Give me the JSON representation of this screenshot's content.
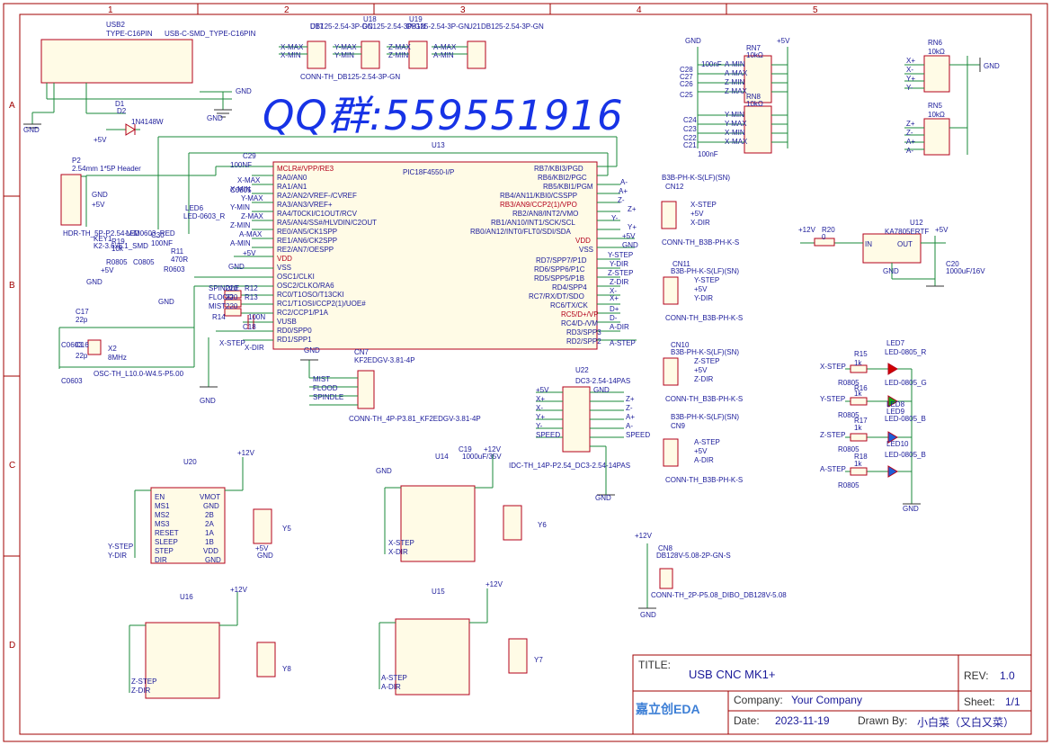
{
  "colors": {
    "wire": "#1a8a3a",
    "comp": "#b3001b",
    "label": "#1a1a99",
    "pin": "#b3001b",
    "border": "#a00000",
    "watermark": "#1733e6"
  },
  "watermark": "QQ群:559551916",
  "frame": {
    "cols": [
      "1",
      "2",
      "3",
      "4",
      "5"
    ],
    "rows": [
      "A",
      "B",
      "C",
      "D"
    ]
  },
  "title_block": {
    "title_label": "TITLE:",
    "title": "USB CNC MK1+",
    "rev_label": "REV:",
    "rev": "1.0",
    "company_label": "Company:",
    "company": "Your Company",
    "sheet_label": "Sheet:",
    "sheet": "1/1",
    "date_label": "Date:",
    "date": "2023-11-19",
    "drawn_label": "Drawn By:",
    "drawn": "小白菜（又白又菜）",
    "logo": "嘉立创EDA"
  },
  "texts": [
    {
      "t": "USB2",
      "c": "label"
    },
    {
      "t": "TYPE-C16PIN",
      "c": "label"
    },
    {
      "t": "USB-C-SMD_TYPE-C16PIN",
      "c": "label"
    },
    {
      "t": "GND",
      "c": "label"
    },
    {
      "t": "GND",
      "c": "label"
    },
    {
      "t": "GND",
      "c": "label"
    },
    {
      "t": "+5V",
      "c": "label"
    },
    {
      "t": "D2",
      "c": "label"
    },
    {
      "t": "1N4148W",
      "c": "label"
    },
    {
      "t": "D1",
      "c": "label"
    },
    {
      "t": "U17",
      "c": "label"
    },
    {
      "t": "U18",
      "c": "label"
    },
    {
      "t": "U19",
      "c": "label"
    },
    {
      "t": "U21",
      "c": "label"
    },
    {
      "t": "DB125-2.54-3P-GN",
      "c": "label"
    },
    {
      "t": "DC125-2.54-3P-GN",
      "c": "label"
    },
    {
      "t": "DB125-2.54-3P-GN",
      "c": "label"
    },
    {
      "t": "DB125-2.54-3P-GN",
      "c": "label"
    },
    {
      "t": "X-MAX",
      "c": "label"
    },
    {
      "t": "X-MIN",
      "c": "label"
    },
    {
      "t": "Y-MAX",
      "c": "label"
    },
    {
      "t": "Y-MIN",
      "c": "label"
    },
    {
      "t": "Z-MAX",
      "c": "label"
    },
    {
      "t": "Z-MIN",
      "c": "label"
    },
    {
      "t": "A-MAX",
      "c": "label"
    },
    {
      "t": "A-MIN",
      "c": "label"
    },
    {
      "t": "CONN-TH_DB125-2.54-3P-GN",
      "c": "label"
    },
    {
      "t": "GND",
      "c": "label"
    },
    {
      "t": "+5V",
      "c": "label"
    },
    {
      "t": "RN7",
      "c": "label"
    },
    {
      "t": "10kΩ",
      "c": "label"
    },
    {
      "t": "RN8",
      "c": "label"
    },
    {
      "t": "10kΩ",
      "c": "label"
    },
    {
      "t": "C28",
      "c": "label"
    },
    {
      "t": "C27",
      "c": "label"
    },
    {
      "t": "C26",
      "c": "label"
    },
    {
      "t": "C25",
      "c": "label"
    },
    {
      "t": "C24",
      "c": "label"
    },
    {
      "t": "C23",
      "c": "label"
    },
    {
      "t": "C22",
      "c": "label"
    },
    {
      "t": "C21",
      "c": "label"
    },
    {
      "t": "100nF",
      "c": "label"
    },
    {
      "t": "100nF",
      "c": "label"
    },
    {
      "t": "A-MIN",
      "c": "label"
    },
    {
      "t": "A-MAX",
      "c": "label"
    },
    {
      "t": "Z-MIN",
      "c": "label"
    },
    {
      "t": "Z-MAX",
      "c": "label"
    },
    {
      "t": "Y-MIN",
      "c": "label"
    },
    {
      "t": "Y-MAX",
      "c": "label"
    },
    {
      "t": "X-MIN",
      "c": "label"
    },
    {
      "t": "X-MAX",
      "c": "label"
    },
    {
      "t": "RN6",
      "c": "label"
    },
    {
      "t": "10kΩ",
      "c": "label"
    },
    {
      "t": "RN5",
      "c": "label"
    },
    {
      "t": "10kΩ",
      "c": "label"
    },
    {
      "t": "X+",
      "c": "label"
    },
    {
      "t": "X-",
      "c": "label"
    },
    {
      "t": "Y+",
      "c": "label"
    },
    {
      "t": "Y-",
      "c": "label"
    },
    {
      "t": "Z+",
      "c": "label"
    },
    {
      "t": "Z-",
      "c": "label"
    },
    {
      "t": "A+",
      "c": "label"
    },
    {
      "t": "A-",
      "c": "label"
    },
    {
      "t": "GND",
      "c": "label"
    },
    {
      "t": "U13",
      "c": "label"
    },
    {
      "t": "PIC18F4550-I/P",
      "c": "label"
    },
    {
      "t": "MCLR#/VPP/RE3",
      "c": "pin"
    },
    {
      "t": "RA0/AN0",
      "c": "label"
    },
    {
      "t": "RA1/AN1",
      "c": "label"
    },
    {
      "t": "RA2/AN2/VREF-/CVREF",
      "c": "label"
    },
    {
      "t": "RA3/AN3/VREF+",
      "c": "label"
    },
    {
      "t": "RA4/T0CKI/C1OUT/RCV",
      "c": "label"
    },
    {
      "t": "RA5/AN4/SS#/HLVDIN/C2OUT",
      "c": "label"
    },
    {
      "t": "RE0/AN5/CK1SPP",
      "c": "label"
    },
    {
      "t": "RE1/AN6/CK2SPP",
      "c": "label"
    },
    {
      "t": "RE2/AN7/OESPP",
      "c": "label"
    },
    {
      "t": "VDD",
      "c": "pin"
    },
    {
      "t": "VSS",
      "c": "label"
    },
    {
      "t": "OSC1/CLKI",
      "c": "label"
    },
    {
      "t": "OSC2/CLKO/RA6",
      "c": "label"
    },
    {
      "t": "RC0/T1OSO/T13CKI",
      "c": "label"
    },
    {
      "t": "RC1/T1OSI/CCP2(1)/UOE#",
      "c": "label"
    },
    {
      "t": "RC2/CCP1/P1A",
      "c": "label"
    },
    {
      "t": "VUSB",
      "c": "label"
    },
    {
      "t": "RD0/SPP0",
      "c": "label"
    },
    {
      "t": "RD1/SPP1",
      "c": "label"
    },
    {
      "t": "RB7/KBI3/PGD",
      "c": "label"
    },
    {
      "t": "RB6/KBI2/PGC",
      "c": "label"
    },
    {
      "t": "RB5/KBI1/PGM",
      "c": "label"
    },
    {
      "t": "RB4/AN11/KBI0/CSSPP",
      "c": "label"
    },
    {
      "t": "RB3/AN9/CCP2(1)/VPO",
      "c": "pin"
    },
    {
      "t": "RB2/AN8/INT2/VMO",
      "c": "label"
    },
    {
      "t": "RB1/AN10/INT1/SCK/SCL",
      "c": "label"
    },
    {
      "t": "RB0/AN12/INT0/FLT0/SDI/SDA",
      "c": "label"
    },
    {
      "t": "VDD",
      "c": "pin"
    },
    {
      "t": "VSS",
      "c": "label"
    },
    {
      "t": "RD7/SPP7/P1D",
      "c": "label"
    },
    {
      "t": "RD6/SPP6/P1C",
      "c": "label"
    },
    {
      "t": "RD5/SPP5/P1B",
      "c": "label"
    },
    {
      "t": "RD4/SPP4",
      "c": "label"
    },
    {
      "t": "RC7/RX/DT/SDO",
      "c": "label"
    },
    {
      "t": "RC6/TX/CK",
      "c": "label"
    },
    {
      "t": "RC5/D+/VP",
      "c": "pin"
    },
    {
      "t": "RC4/D-/VM",
      "c": "label"
    },
    {
      "t": "RD3/SPP3",
      "c": "label"
    },
    {
      "t": "RD2/SPP2",
      "c": "label"
    },
    {
      "t": "A-",
      "c": "label"
    },
    {
      "t": "A+",
      "c": "label"
    },
    {
      "t": "Z-",
      "c": "label"
    },
    {
      "t": "Z+",
      "c": "label"
    },
    {
      "t": "Y-",
      "c": "label"
    },
    {
      "t": "Y+",
      "c": "label"
    },
    {
      "t": "+5V",
      "c": "label"
    },
    {
      "t": "GND",
      "c": "label"
    },
    {
      "t": "Y-STEP",
      "c": "label"
    },
    {
      "t": "Y-DIR",
      "c": "label"
    },
    {
      "t": "Z-STEP",
      "c": "label"
    },
    {
      "t": "Z-DIR",
      "c": "label"
    },
    {
      "t": "X-",
      "c": "label"
    },
    {
      "t": "X+",
      "c": "label"
    },
    {
      "t": "D+",
      "c": "label"
    },
    {
      "t": "D-",
      "c": "label"
    },
    {
      "t": "A-DIR",
      "c": "label"
    },
    {
      "t": "A-STEP",
      "c": "label"
    },
    {
      "t": "X-MAX",
      "c": "label"
    },
    {
      "t": "X-MIN",
      "c": "label"
    },
    {
      "t": "Y-MAX",
      "c": "label"
    },
    {
      "t": "Y-MIN",
      "c": "label"
    },
    {
      "t": "Z-MAX",
      "c": "label"
    },
    {
      "t": "Z-MIN",
      "c": "label"
    },
    {
      "t": "A-MAX",
      "c": "label"
    },
    {
      "t": "A-MIN",
      "c": "label"
    },
    {
      "t": "+5V",
      "c": "label"
    },
    {
      "t": "GND",
      "c": "label"
    },
    {
      "t": "SPINDLE",
      "c": "label"
    },
    {
      "t": "FLOOD",
      "c": "label"
    },
    {
      "t": "MIST",
      "c": "label"
    },
    {
      "t": "R12",
      "c": "label"
    },
    {
      "t": "R13",
      "c": "label"
    },
    {
      "t": "R14",
      "c": "label"
    },
    {
      "t": "220",
      "c": "label"
    },
    {
      "t": "220",
      "c": "label"
    },
    {
      "t": "220",
      "c": "label"
    },
    {
      "t": "100N",
      "c": "label"
    },
    {
      "t": "C18",
      "c": "label"
    },
    {
      "t": "X-STEP",
      "c": "label"
    },
    {
      "t": "X-DIR",
      "c": "label"
    },
    {
      "t": "C29",
      "c": "label"
    },
    {
      "t": "100NF",
      "c": "label"
    },
    {
      "t": "C0805",
      "c": "label"
    },
    {
      "t": "P2",
      "c": "label"
    },
    {
      "t": "2.54mm 1*5P Header",
      "c": "label"
    },
    {
      "t": "GND",
      "c": "label"
    },
    {
      "t": "+5V",
      "c": "label"
    },
    {
      "t": "HDR-TH_5P-P2.54-V-M",
      "c": "label"
    },
    {
      "t": "LED6",
      "c": "label"
    },
    {
      "t": "LED-0603_R",
      "c": "label"
    },
    {
      "t": "KEY1",
      "c": "label"
    },
    {
      "t": "K2-3.6x6.1_SMD",
      "c": "label"
    },
    {
      "t": "R19",
      "c": "label"
    },
    {
      "t": "10k",
      "c": "label"
    },
    {
      "t": "R0805",
      "c": "label"
    },
    {
      "t": "C30",
      "c": "label"
    },
    {
      "t": "100NF",
      "c": "label"
    },
    {
      "t": "C0805",
      "c": "label"
    },
    {
      "t": "LED0603_RED",
      "c": "label"
    },
    {
      "t": "R11",
      "c": "label"
    },
    {
      "t": "470R",
      "c": "label"
    },
    {
      "t": "R0603",
      "c": "label"
    },
    {
      "t": "GND",
      "c": "label"
    },
    {
      "t": "+5V",
      "c": "label"
    },
    {
      "t": "GND",
      "c": "label"
    },
    {
      "t": "C17",
      "c": "label"
    },
    {
      "t": "22p",
      "c": "label"
    },
    {
      "t": "C0603",
      "c": "label"
    },
    {
      "t": "C16",
      "c": "label"
    },
    {
      "t": "22p",
      "c": "label"
    },
    {
      "t": "C0603",
      "c": "label"
    },
    {
      "t": "X2",
      "c": "label"
    },
    {
      "t": "8MHz",
      "c": "label"
    },
    {
      "t": "OSC-TH_L10.0-W4.5-P5.00",
      "c": "label"
    },
    {
      "t": "GND",
      "c": "label"
    },
    {
      "t": "CN7",
      "c": "label"
    },
    {
      "t": "KF2EDGV-3.81-4P",
      "c": "label"
    },
    {
      "t": "GND",
      "c": "label"
    },
    {
      "t": "MIST",
      "c": "label"
    },
    {
      "t": "FLOOD",
      "c": "label"
    },
    {
      "t": "SPINDLE",
      "c": "label"
    },
    {
      "t": "CONN-TH_4P-P3.81_KF2EDGV-3.81-4P",
      "c": "label"
    },
    {
      "t": "U22",
      "c": "label"
    },
    {
      "t": "DC3-2.54-14PAS",
      "c": "label"
    },
    {
      "t": "+5V",
      "c": "label"
    },
    {
      "t": "X+",
      "c": "label"
    },
    {
      "t": "X-",
      "c": "label"
    },
    {
      "t": "Y+",
      "c": "label"
    },
    {
      "t": "Y-",
      "c": "label"
    },
    {
      "t": "SPEED",
      "c": "label"
    },
    {
      "t": "GND",
      "c": "label"
    },
    {
      "t": "Z+",
      "c": "label"
    },
    {
      "t": "Z-",
      "c": "label"
    },
    {
      "t": "A+",
      "c": "label"
    },
    {
      "t": "A-",
      "c": "label"
    },
    {
      "t": "SPEED",
      "c": "label"
    },
    {
      "t": "IDC-TH_14P-P2.54_DC3-2.54-14PAS",
      "c": "label"
    },
    {
      "t": "GND",
      "c": "label"
    },
    {
      "t": "B3B-PH-K-S(LF)(SN)",
      "c": "label"
    },
    {
      "t": "CN12",
      "c": "label"
    },
    {
      "t": "X-STEP",
      "c": "label"
    },
    {
      "t": "+5V",
      "c": "label"
    },
    {
      "t": "X-DIR",
      "c": "label"
    },
    {
      "t": "CONN-TH_B3B-PH-K-S",
      "c": "label"
    },
    {
      "t": "CN11",
      "c": "label"
    },
    {
      "t": "B3B-PH-K-S(LF)(SN)",
      "c": "label"
    },
    {
      "t": "Y-STEP",
      "c": "label"
    },
    {
      "t": "+5V",
      "c": "label"
    },
    {
      "t": "Y-DIR",
      "c": "label"
    },
    {
      "t": "CONN-TH_B3B-PH-K-S",
      "c": "label"
    },
    {
      "t": "CN10",
      "c": "label"
    },
    {
      "t": "B3B-PH-K-S(LF)(SN)",
      "c": "label"
    },
    {
      "t": "Z-STEP",
      "c": "label"
    },
    {
      "t": "+5V",
      "c": "label"
    },
    {
      "t": "Z-DIR",
      "c": "label"
    },
    {
      "t": "CONN-TH_B3B-PH-K-S",
      "c": "label"
    },
    {
      "t": "B3B-PH-K-S(LF)(SN)",
      "c": "label"
    },
    {
      "t": "CN9",
      "c": "label"
    },
    {
      "t": "A-STEP",
      "c": "label"
    },
    {
      "t": "+5V",
      "c": "label"
    },
    {
      "t": "A-DIR",
      "c": "label"
    },
    {
      "t": "CONN-TH_B3B-PH-K-S",
      "c": "label"
    },
    {
      "t": "+12V",
      "c": "label"
    },
    {
      "t": "R20",
      "c": "label"
    },
    {
      "t": "0",
      "c": "label"
    },
    {
      "t": "U12",
      "c": "label"
    },
    {
      "t": "KA7805ERTF",
      "c": "label"
    },
    {
      "t": "+5V",
      "c": "label"
    },
    {
      "t": "IN",
      "c": "label"
    },
    {
      "t": "OUT",
      "c": "label"
    },
    {
      "t": "GND",
      "c": "label"
    },
    {
      "t": "C20",
      "c": "label"
    },
    {
      "t": "1000uF/16V",
      "c": "label"
    },
    {
      "t": "R15",
      "c": "label"
    },
    {
      "t": "1k",
      "c": "label"
    },
    {
      "t": "R0805",
      "c": "label"
    },
    {
      "t": "LED7",
      "c": "label"
    },
    {
      "t": "LED-0805_R",
      "c": "label"
    },
    {
      "t": "X-STEP",
      "c": "label"
    },
    {
      "t": "R16",
      "c": "label"
    },
    {
      "t": "1k",
      "c": "label"
    },
    {
      "t": "R0805",
      "c": "label"
    },
    {
      "t": "LED8",
      "c": "label"
    },
    {
      "t": "LED-0805_G",
      "c": "label"
    },
    {
      "t": "Y-STEP",
      "c": "label"
    },
    {
      "t": "R17",
      "c": "label"
    },
    {
      "t": "1k",
      "c": "label"
    },
    {
      "t": "R0805",
      "c": "label"
    },
    {
      "t": "LED9",
      "c": "label"
    },
    {
      "t": "LED-0805_B",
      "c": "label"
    },
    {
      "t": "Z-STEP",
      "c": "label"
    },
    {
      "t": "R18",
      "c": "label"
    },
    {
      "t": "1k",
      "c": "label"
    },
    {
      "t": "R0805",
      "c": "label"
    },
    {
      "t": "LED10",
      "c": "label"
    },
    {
      "t": "LED-0805_B",
      "c": "label"
    },
    {
      "t": "A-STEP",
      "c": "label"
    },
    {
      "t": "GND",
      "c": "label"
    },
    {
      "t": "+12V",
      "c": "label"
    },
    {
      "t": "CN8",
      "c": "label"
    },
    {
      "t": "DB128V-5.08-2P-GN-S",
      "c": "label"
    },
    {
      "t": "CONN-TH_2P-P5.08_DIBO_DB128V-5.08",
      "c": "label"
    },
    {
      "t": "GND",
      "c": "label"
    },
    {
      "t": "C19",
      "c": "label"
    },
    {
      "t": "1000uF/35V",
      "c": "label"
    },
    {
      "t": "+12V",
      "c": "label"
    },
    {
      "t": "GND",
      "c": "label"
    },
    {
      "t": "U20",
      "c": "label"
    },
    {
      "t": "U14",
      "c": "label"
    },
    {
      "t": "U16",
      "c": "label"
    },
    {
      "t": "U15",
      "c": "label"
    },
    {
      "t": "Y5",
      "c": "label"
    },
    {
      "t": "Y6",
      "c": "label"
    },
    {
      "t": "Y8",
      "c": "label"
    },
    {
      "t": "Y7",
      "c": "label"
    },
    {
      "t": "+12V",
      "c": "label"
    },
    {
      "t": "+12V",
      "c": "label"
    },
    {
      "t": "+12V",
      "c": "label"
    },
    {
      "t": "Y-STEP",
      "c": "label"
    },
    {
      "t": "Y-DIR",
      "c": "label"
    },
    {
      "t": "X-STEP",
      "c": "label"
    },
    {
      "t": "X-DIR",
      "c": "label"
    },
    {
      "t": "Z-STEP",
      "c": "label"
    },
    {
      "t": "Z-DIR",
      "c": "label"
    },
    {
      "t": "A-STEP",
      "c": "label"
    },
    {
      "t": "A-DIR",
      "c": "label"
    },
    {
      "t": "EN",
      "c": "label"
    },
    {
      "t": "MS1",
      "c": "label"
    },
    {
      "t": "MS2",
      "c": "label"
    },
    {
      "t": "MS3",
      "c": "label"
    },
    {
      "t": "RESET",
      "c": "label"
    },
    {
      "t": "SLEEP",
      "c": "label"
    },
    {
      "t": "STEP",
      "c": "label"
    },
    {
      "t": "DIR",
      "c": "label"
    },
    {
      "t": "VMOT",
      "c": "label"
    },
    {
      "t": "GND",
      "c": "label"
    },
    {
      "t": "2B",
      "c": "label"
    },
    {
      "t": "2A",
      "c": "label"
    },
    {
      "t": "1A",
      "c": "label"
    },
    {
      "t": "1B",
      "c": "label"
    },
    {
      "t": "VDD",
      "c": "label"
    },
    {
      "t": "GND",
      "c": "label"
    },
    {
      "t": "+5V",
      "c": "label"
    },
    {
      "t": "GND",
      "c": "label"
    }
  ]
}
